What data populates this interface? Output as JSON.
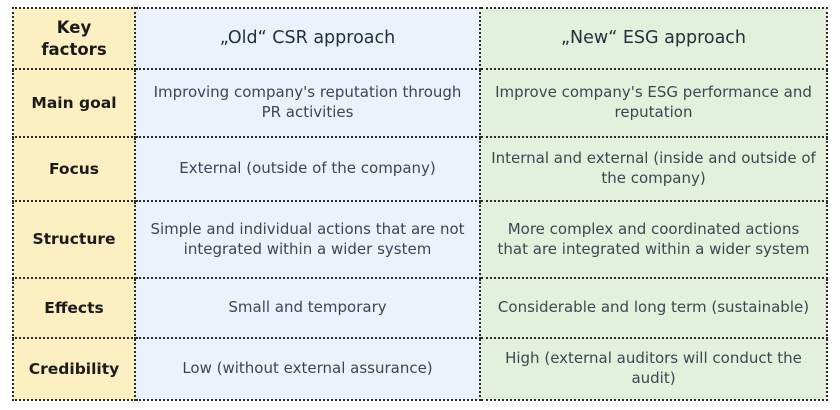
{
  "table": {
    "columns": [
      {
        "id": "key_factors",
        "label": "Key factors",
        "accent": "#FCEFC1"
      },
      {
        "id": "old_csr",
        "label": "„Old“ CSR approach",
        "accent": "#EBF2FB"
      },
      {
        "id": "new_esg",
        "label": "„New“ ESG approach",
        "accent": "#E3F0DC"
      }
    ],
    "rows": [
      {
        "key": "Main goal",
        "old": "Improving company's reputation through PR activities",
        "new": "Improve company's ESG performance and reputation"
      },
      {
        "key": "Focus",
        "old": "External (outside of the company)",
        "new": "Internal and external (inside and outside of the company)"
      },
      {
        "key": "Structure",
        "old": "Simple and individual actions that are not integrated within a wider system",
        "new": "More complex and coordinated actions that are integrated within a wider system"
      },
      {
        "key": "Effects",
        "old": "Small and temporary",
        "new": "Considerable and long term (sustainable)"
      },
      {
        "key": "Credibility",
        "old": "Low (without external assurance)",
        "new": "High (external auditors will conduct the audit)"
      }
    ]
  },
  "style": {
    "border_color": "#2b2b2b",
    "body_text_color": "#3c4752",
    "header_text_color": "#22303e",
    "key_text_color": "#1b1b1b",
    "page_background": "#ffffff"
  }
}
